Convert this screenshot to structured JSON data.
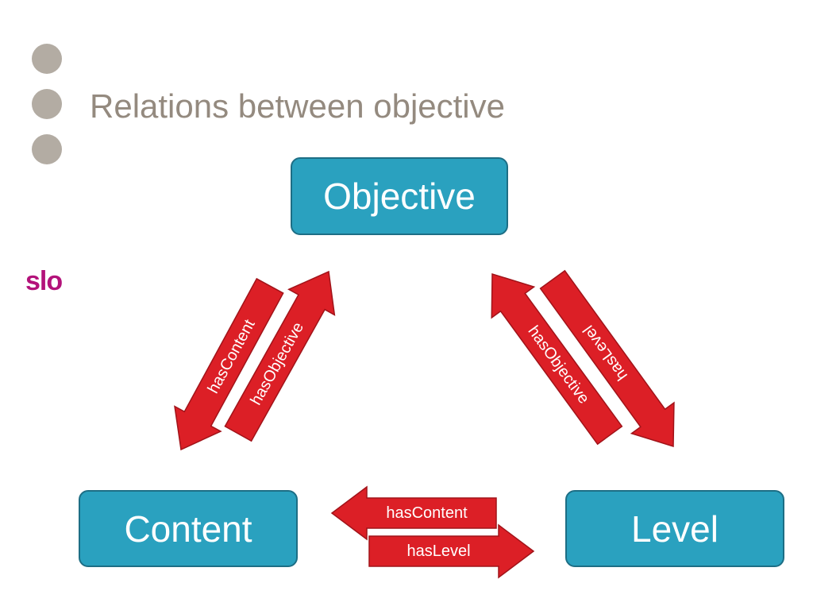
{
  "slide": {
    "title": "Relations between objective",
    "bullet_count": 3,
    "logo_text": "slo"
  },
  "colors": {
    "node_fill": "#2aa1bf",
    "node_border": "#1d6e85",
    "arrow_fill": "#dc1f26",
    "arrow_stroke": "#a11319",
    "title_color": "#948a7f",
    "bullet_color": "#b3aca3",
    "logo_color": "#b3127a"
  },
  "nodes": {
    "objective": "Objective",
    "content": "Content",
    "level": "Level"
  },
  "relations": [
    {
      "id": "objective-to-content",
      "label": "hasContent",
      "from": "Objective",
      "to": "Content"
    },
    {
      "id": "content-to-objective",
      "label": "hasObjective",
      "from": "Content",
      "to": "Objective"
    },
    {
      "id": "level-to-objective",
      "label": "hasObjective",
      "from": "Level",
      "to": "Objective"
    },
    {
      "id": "objective-to-level",
      "label": "hasLevel",
      "from": "Objective",
      "to": "Level"
    },
    {
      "id": "level-to-content",
      "label": "hasContent",
      "from": "Level",
      "to": "Content"
    },
    {
      "id": "content-to-level",
      "label": "hasLevel",
      "from": "Content",
      "to": "Level"
    }
  ]
}
